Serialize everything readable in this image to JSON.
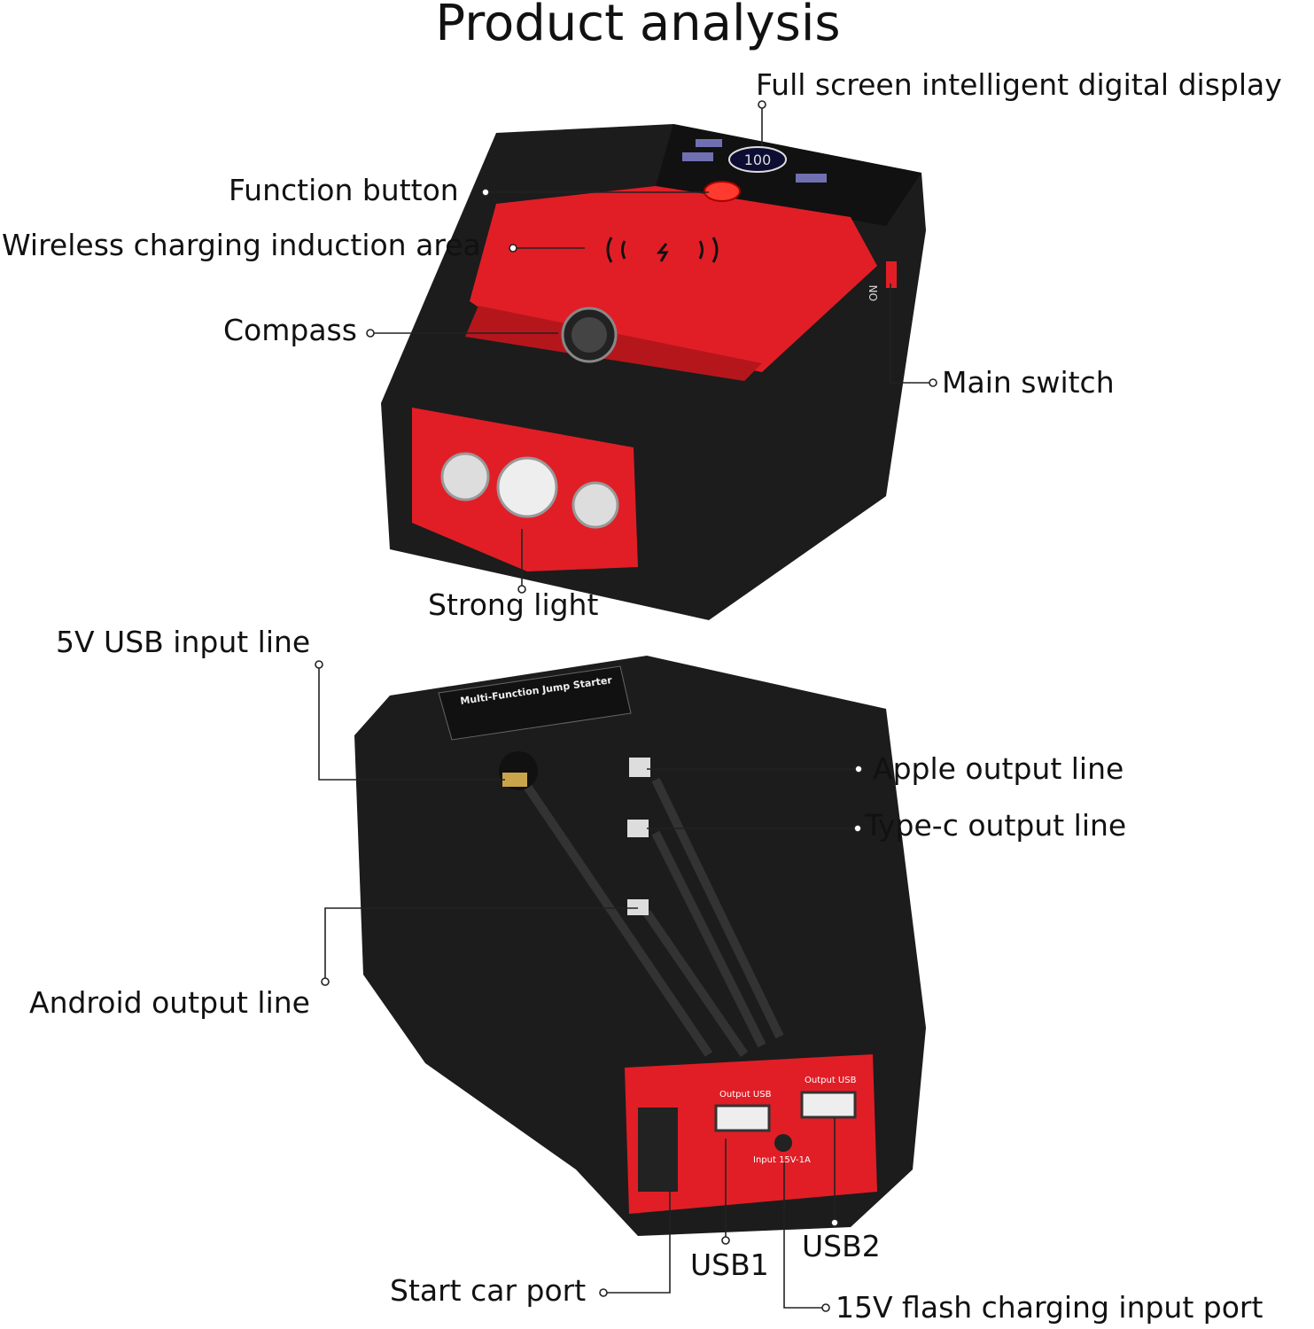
{
  "title": "Product analysis",
  "top_device": {
    "display_value": "100",
    "switch_label": "ON",
    "labels": {
      "display": "Full screen intelligent digital display",
      "function_button": "Function button",
      "wireless": "Wireless charging induction area",
      "compass": "Compass",
      "main_switch": "Main switch",
      "strong_light": "Strong light"
    }
  },
  "bottom_device": {
    "nameplate": "Multi-Function Jump Starter",
    "output_usb": "Output USB",
    "input_port": "Input 15V-1A",
    "labels": {
      "usb_input": "5V USB input line",
      "apple": "Apple output line",
      "typec": "Type-c output line",
      "android": "Android output line",
      "usb1": "USB1",
      "usb2": "USB2",
      "start_car": "Start car port",
      "flash_input": "15V flash charging input port"
    }
  },
  "colors": {
    "red": "#e11e26",
    "body": "#1c1c1c"
  }
}
